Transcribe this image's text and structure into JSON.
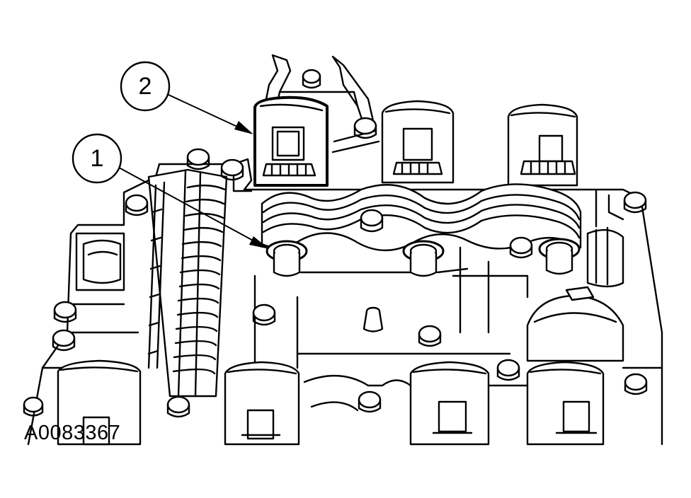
{
  "figure": {
    "figure_id": "A0083367",
    "callouts": [
      {
        "number": "1"
      },
      {
        "number": "2"
      }
    ]
  },
  "colors": {
    "ink": "#000000",
    "paper": "#ffffff",
    "shade": "#dcdcdc"
  }
}
